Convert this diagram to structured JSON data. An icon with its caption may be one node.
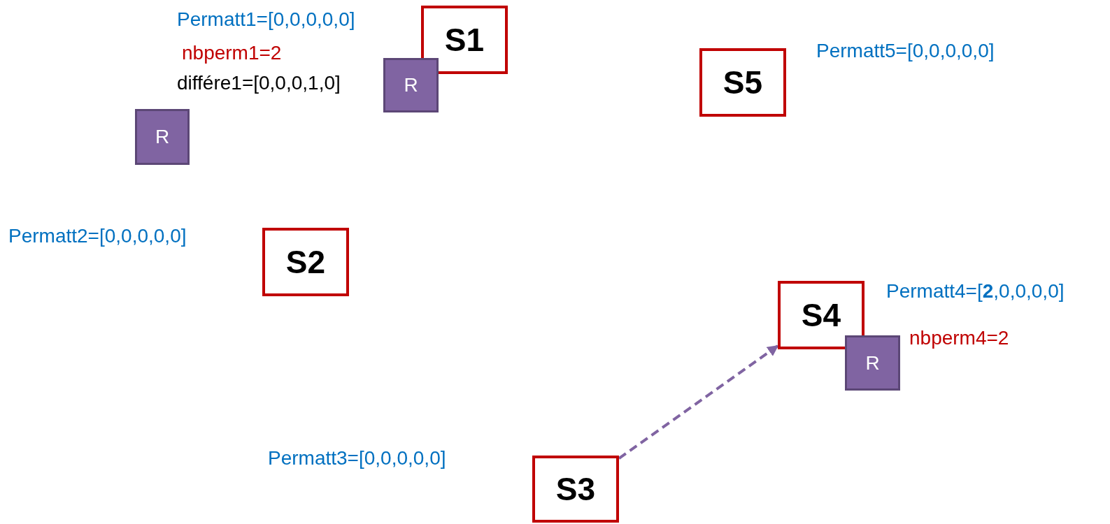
{
  "diagram": {
    "nodes": [
      {
        "text": [
          "S1"
        ],
        "beside": [
          "Permatt1=[0,0,0,0,0]",
          "nbperm1=2",
          "différe1=[0,0,0,1,0]"
        ]
      },
      {
        "text": [
          "S5"
        ],
        "beside": [
          "Permatt5=[0,0,0,0,0]"
        ]
      },
      {
        "text": [
          "R"
        ]
      },
      {
        "text": [
          "R"
        ]
      },
      {
        "text": [
          "S2"
        ]
      },
      {
        "text": [
          "S4"
        ],
        "beside": [
          "Permatt4=[**2**,0,0,0,0]"
        ]
      },
      {
        "text": [
          "R"
        ],
        "beside": [
          "nbperm4=2"
        ]
      },
      {
        "text": [
          "S3"
        ]
      }
    ],
    "labels": [
      "Permatt2=[0,0,0,0,0]",
      "Permatt3=[0,0,0,0,0]"
    ],
    "edges": [
      {
        "from": 7,
        "to": 5,
        "arrow": "to",
        "style": "dashed",
        "color": "#8064a2"
      }
    ]
  }
}
